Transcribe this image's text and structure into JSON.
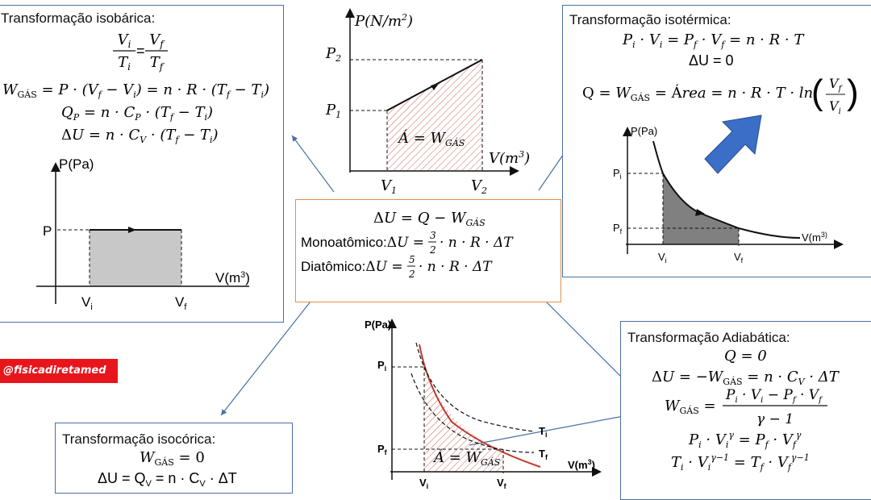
{
  "isobarica": {
    "title": "Transformação isobárica:",
    "eq1": "Vᵢ/Tᵢ = V_f/T_f",
    "eq2": "W_GÁS = P · (V_f − Vᵢ) = n · R · (T_f − Tᵢ)",
    "eq3": "Q_P = n · C_P · (T_f − Tᵢ)",
    "eq4": "ΔU = n · C_V · (T_f − Tᵢ)",
    "axis_y": "P(Pa)",
    "axis_x": "V(m³)",
    "label_p": "P",
    "label_vi": "Vᵢ",
    "label_vf": "V_f",
    "fill_color": "#c8c8c8"
  },
  "central_graph": {
    "axis_y": "P(N/m²)",
    "axis_x": "V(m³)",
    "p1": "P₁",
    "p2": "P₂",
    "v1": "V₁",
    "v2": "V₂",
    "area_label": "Á = W_GÁS"
  },
  "central_box": {
    "eq1": "ΔU = Q − W_GÁS",
    "eq2": "Monoatômico:ΔU = 3/2 · n · R · ΔT",
    "eq3": "Diatômico:ΔU = 5/2 · n · R · ΔT"
  },
  "isotermica": {
    "title": "Transformação isotérmica:",
    "eq1": "Pᵢ · Vᵢ = P_f · V_f = n · R · T",
    "eq2": "ΔU = 0",
    "eq3": "Q = W_GÁS = Área = n · R · T · ln(V_f/Vᵢ)",
    "axis_y": "P(Pa)",
    "axis_x": "V(m³)",
    "label_pi": "Pᵢ",
    "label_pf": "P_f",
    "label_vi": "Vᵢ",
    "label_vf": "V_f",
    "fill_color": "#808080",
    "arrow_color": "#3a6ec7"
  },
  "adiabatica": {
    "title": "Transformação Adiabática:",
    "eq1": "Q = 0",
    "eq2": "ΔU = −W_GÁS = n · C_V · ΔT",
    "eq3": "W_GÁS = (Pᵢ · Vᵢ − P_f · V_f)/(γ − 1)",
    "eq4": "Pᵢ · Vᵢ^γ = P_f · V_f^γ",
    "eq5": "Tᵢ · Vᵢ^(γ−1) = T_f · V_f^(γ−1)"
  },
  "adiabatic_graph": {
    "axis_y": "P(Pa)",
    "axis_x": "V(m³)",
    "label_pi": "Pᵢ",
    "label_pf": "P_f",
    "label_vi": "Vᵢ",
    "label_vf": "V_f",
    "label_ti": "Tᵢ",
    "label_tf": "T_f",
    "area_label": "Á = W_GÁS",
    "curve_color": "#c0392b"
  },
  "isocorica": {
    "title": "Transformação isocórica:",
    "eq1": "W_GÁS = 0",
    "eq2": "ΔU = Q_V = n · C_V · ΔT"
  },
  "badge": {
    "text": "@fisicadiretamed",
    "color": "#e8161c"
  }
}
